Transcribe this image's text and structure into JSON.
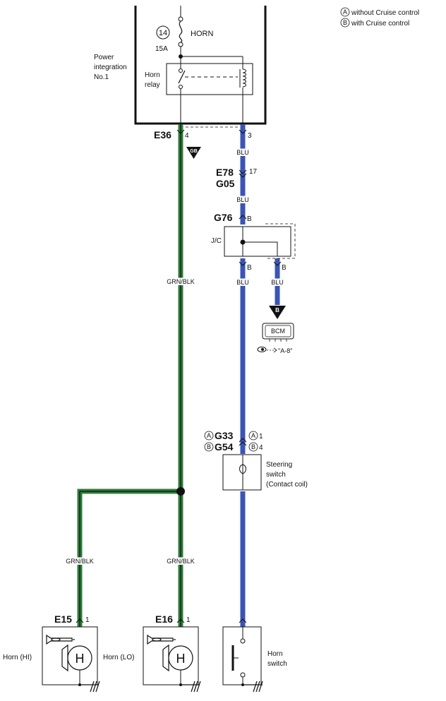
{
  "legend": {
    "a": {
      "marker": "A",
      "text": "without Cruise control"
    },
    "b": {
      "marker": "B",
      "text": "with Cruise control"
    }
  },
  "pim": {
    "label": [
      "Power",
      "integration",
      "No.1"
    ],
    "fuse_number": "14",
    "fuse_rating": "15A",
    "fuse_name": "HORN",
    "relay_label": [
      "Horn",
      "relay"
    ]
  },
  "connectors": {
    "e36": {
      "id": "E36",
      "pin_left": "4",
      "pin_right": "3",
      "ground_badge": "GB"
    },
    "e78": {
      "id": "E78",
      "id2": "G05",
      "pin": "17"
    },
    "g76": {
      "id": "G76",
      "pin": "B"
    },
    "g33": {
      "marker": "A",
      "id": "G33",
      "pin_marker": "A",
      "pin": "1"
    },
    "g54": {
      "marker": "B",
      "id": "G54",
      "pin_marker": "B",
      "pin": "4"
    },
    "e15": {
      "id": "E15",
      "pin": "1"
    },
    "e16": {
      "id": "E16",
      "pin": "1"
    }
  },
  "wires": {
    "blu": "BLU",
    "grn_blk": "GRN/BLK"
  },
  "jc": {
    "label": "J/C",
    "pin_left": "B",
    "pin_right": "B",
    "out_badge": "B"
  },
  "bcm": {
    "label": "BCM",
    "ref": "\"A-8\""
  },
  "steering_switch": {
    "label": [
      "Steering",
      "switch",
      "(Contact coil)"
    ]
  },
  "horns": {
    "hi": {
      "label": "Horn (HI)",
      "symbol": "H"
    },
    "lo": {
      "label": "Horn (LO)",
      "symbol": "H"
    }
  },
  "horn_switch": {
    "label": [
      "Horn",
      "switch"
    ]
  },
  "colors": {
    "blu_wire": "#3a55b4",
    "grn_wire": "#2e7d3a",
    "grn_stripe": "#111111"
  }
}
